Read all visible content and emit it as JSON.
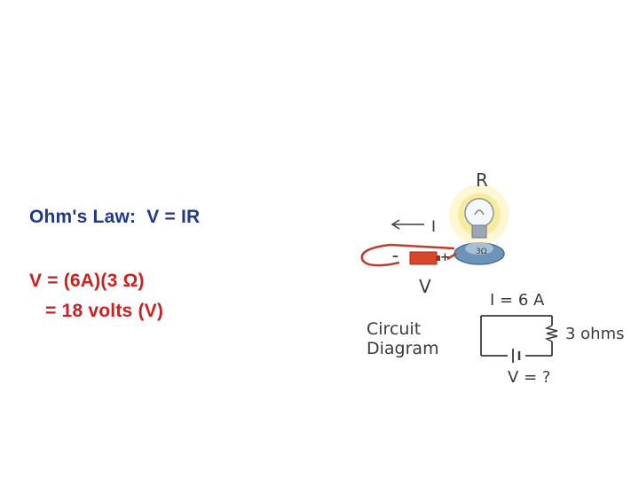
{
  "text": {
    "law": "Ohm's Law:  V = IR",
    "calc_line1": "V = (6A)(3 Ω)",
    "calc_line2": "   = 18 volts (V)"
  },
  "figure": {
    "label_R": "R",
    "label_I": "I",
    "label_V": "V",
    "label_minus": "–",
    "label_plus": "+",
    "label_bulb_ohm": "3Ω",
    "circuit_caption_line1": "Circuit",
    "circuit_caption_line2": "Diagram",
    "label_current": "I = 6 A",
    "label_resistance": "3 ohms",
    "label_voltage": "V = ?"
  },
  "colors": {
    "law_text": "#1f3a8a",
    "calc_text": "#cc1f1f",
    "battery": "#d9472b",
    "wire": "#c23a2a",
    "base": "#6f93b8"
  }
}
